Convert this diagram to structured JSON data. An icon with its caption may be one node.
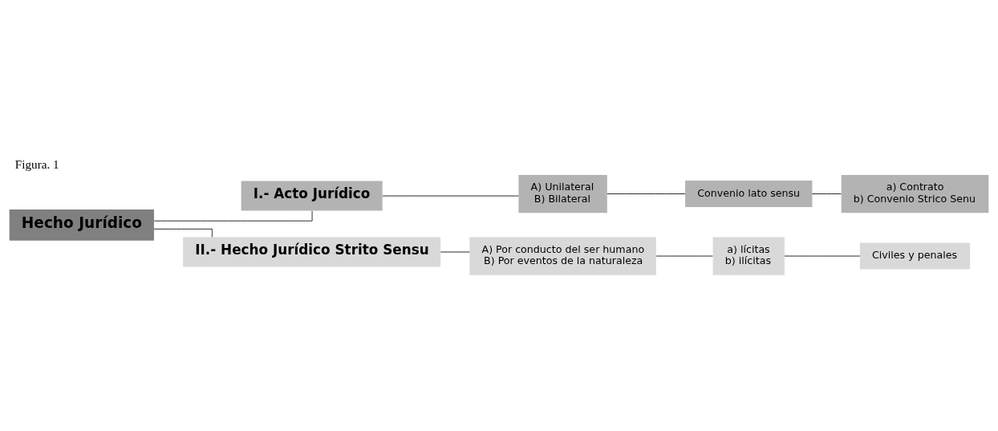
{
  "diagram": {
    "title": "Figura. 1",
    "nodes": [
      {
        "text": [
          "Hecho Jurídico"
        ]
      },
      {
        "text": [
          "I.- Acto Jurídico"
        ]
      },
      {
        "text": [
          "II.- Hecho Jurídico Strito Sensu"
        ]
      },
      {
        "text": [
          "A) Unilateral",
          "B) Bilateral"
        ]
      },
      {
        "text": [
          "Convenio lato sensu"
        ]
      },
      {
        "text": [
          "a) Contrato",
          "b) Convenio Strico Senu"
        ]
      },
      {
        "text": [
          "A) Por conducto del ser humano",
          "B) Por eventos de la naturaleza"
        ]
      },
      {
        "text": [
          "a) lícitas",
          "b) ilícitas"
        ]
      },
      {
        "text": [
          "Civiles y penales"
        ]
      }
    ],
    "edges": [
      {
        "from": 0,
        "to": 1,
        "arrow": "none"
      },
      {
        "from": 0,
        "to": 2,
        "arrow": "none"
      },
      {
        "from": 1,
        "to": 3,
        "arrow": "none"
      },
      {
        "from": 3,
        "to": 4,
        "arrow": "none"
      },
      {
        "from": 4,
        "to": 5,
        "arrow": "none"
      },
      {
        "from": 2,
        "to": 6,
        "arrow": "none"
      },
      {
        "from": 6,
        "to": 7,
        "arrow": "none"
      },
      {
        "from": 7,
        "to": 8,
        "arrow": "none"
      }
    ]
  }
}
